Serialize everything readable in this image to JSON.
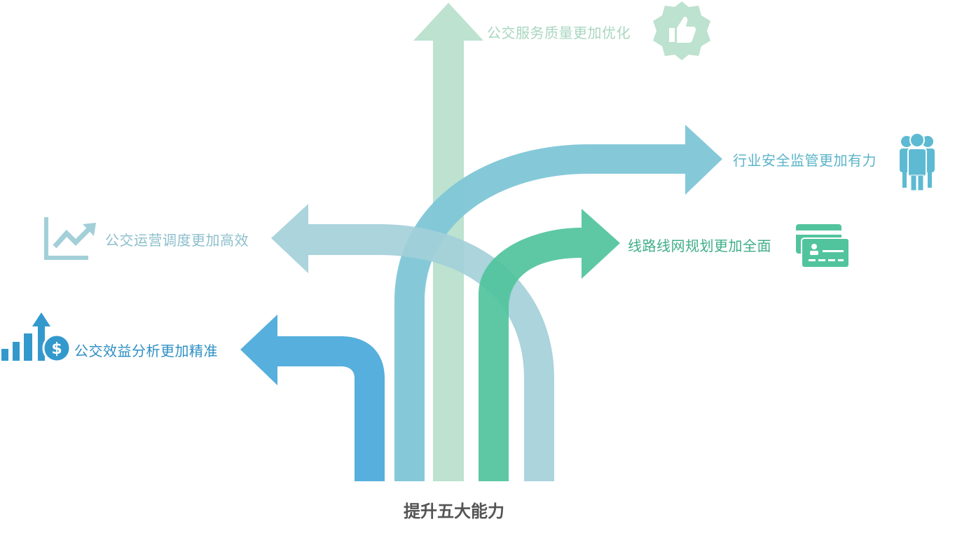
{
  "title": "提升五大能力",
  "branches": [
    {
      "id": "service",
      "label": "公交服务质量更加优化",
      "color": "#bde2cf",
      "icon": "thumbs-up-badge-icon"
    },
    {
      "id": "safety",
      "label": "行业安全监管更加有力",
      "color": "#7ec6d7",
      "icon": "people-group-icon"
    },
    {
      "id": "dispatch",
      "label": "公交运营调度更加高效",
      "color": "#a2cfd8",
      "icon": "trend-chart-icon"
    },
    {
      "id": "network",
      "label": "线路线网规划更加全面",
      "color": "#52c49d",
      "icon": "id-card-icon"
    },
    {
      "id": "benefit",
      "label": "公交效益分析更加精准",
      "color": "#56afdc",
      "icon": "dollar-growth-icon"
    }
  ]
}
